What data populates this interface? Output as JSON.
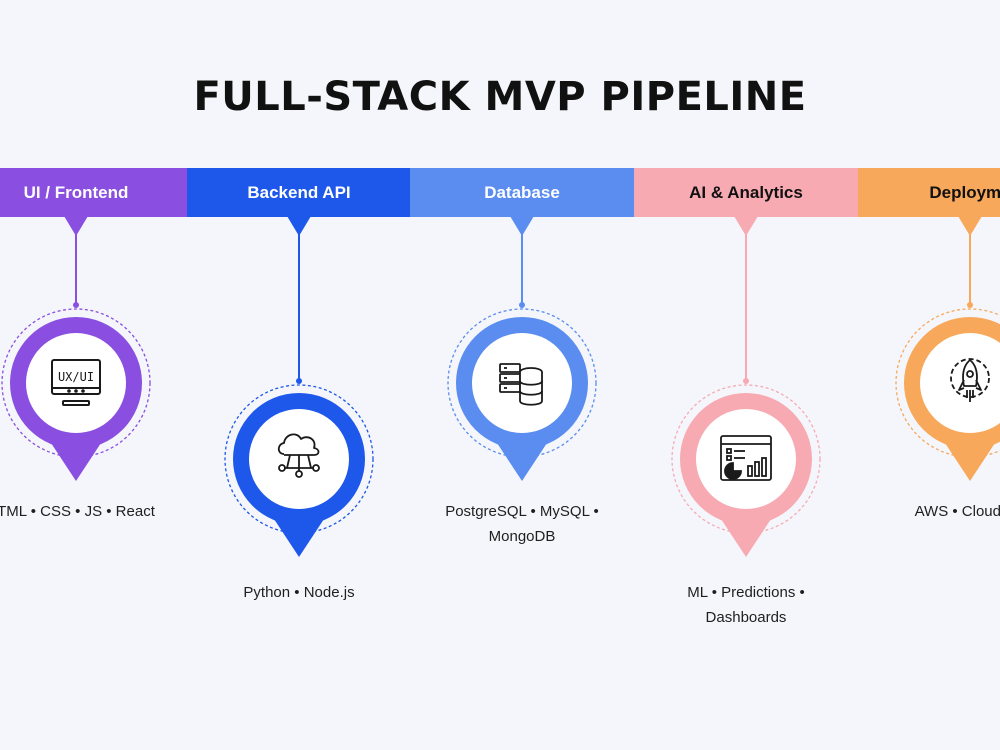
{
  "title": "FULL-STACK MVP PIPELINE",
  "stages": [
    {
      "label": "UI / Frontend",
      "color": "#8a4fe0",
      "icon": "ux-ui-monitor-icon",
      "icon_text": "UX/UI",
      "tech": [
        "TML • CSS • JS • React"
      ]
    },
    {
      "label": "Backend API",
      "color": "#1e58ea",
      "icon": "cloud-network-icon",
      "tech": [
        "Python • Node.js"
      ]
    },
    {
      "label": "Database",
      "color": "#5b8df0",
      "icon": "database-server-icon",
      "tech": [
        "PostgreSQL • MySQL •",
        "MongoDB"
      ]
    },
    {
      "label": "AI & Analytics",
      "color": "#f7aab2",
      "icon": "analytics-dashboard-icon",
      "tech": [
        "ML • Predictions •",
        "Dashboards"
      ]
    },
    {
      "label": "Deployme",
      "color": "#f8a85a",
      "icon": "rocket-gear-icon",
      "tech": [
        "AWS • Cloud • H"
      ]
    }
  ]
}
